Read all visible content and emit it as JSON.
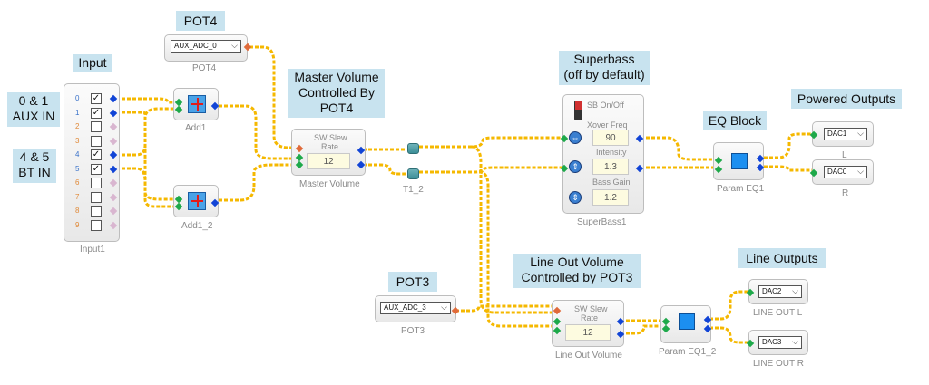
{
  "callouts": {
    "pot4": "POT4",
    "input": "Input",
    "aux_in": "0 & 1\nAUX IN",
    "bt_in": "4 & 5\nBT IN",
    "master_volume": "Master Volume\nControlled By\nPOT4",
    "superbass": "Superbass\n(off by default)",
    "eq_block": "EQ Block",
    "powered_outputs": "Powered Outputs",
    "pot3": "POT3",
    "line_out_volume": "Line Out Volume\nControlled by POT3",
    "line_outputs": "Line Outputs"
  },
  "blocks": {
    "pot4": {
      "dropdown": "AUX_ADC_0",
      "caption": "POT4"
    },
    "pot3": {
      "dropdown": "AUX_ADC_3",
      "caption": "POT3"
    },
    "input": {
      "caption": "Input1",
      "channels": [
        {
          "index": "0",
          "checked": true
        },
        {
          "index": "1",
          "checked": true
        },
        {
          "index": "2",
          "checked": false
        },
        {
          "index": "3",
          "checked": false
        },
        {
          "index": "4",
          "checked": true
        },
        {
          "index": "5",
          "checked": true
        },
        {
          "index": "6",
          "checked": false
        },
        {
          "index": "7",
          "checked": false
        },
        {
          "index": "8",
          "checked": false
        },
        {
          "index": "9",
          "checked": false
        }
      ]
    },
    "add1": {
      "caption": "Add1"
    },
    "add1_2": {
      "caption": "Add1_2"
    },
    "master_volume": {
      "title_line1": "SW Slew",
      "title_line2": "Rate",
      "value": "12",
      "caption": "Master Volume"
    },
    "t1_2": {
      "caption": "T1_2"
    },
    "superbass": {
      "switch_label": "SB On/Off",
      "xover_label": "Xover Freq",
      "xover_value": "90",
      "intensity_label": "Intensity",
      "intensity_value": "1.3",
      "bass_gain_label": "Bass Gain",
      "bass_gain_value": "1.2",
      "caption": "SuperBass1"
    },
    "param_eq1": {
      "caption": "Param EQ1"
    },
    "dac1": {
      "dropdown": "DAC1",
      "caption": "L"
    },
    "dac0": {
      "dropdown": "DAC0",
      "caption": "R"
    },
    "line_out_volume": {
      "title_line1": "SW Slew",
      "title_line2": "Rate",
      "value": "12",
      "caption": "Line Out Volume"
    },
    "param_eq1_2": {
      "caption": "Param EQ1_2"
    },
    "dac2": {
      "dropdown": "DAC2",
      "caption": "LINE OUT L"
    },
    "dac3": {
      "dropdown": "DAC3",
      "caption": "LINE OUT R"
    }
  },
  "colors": {
    "wire": "#f5b800",
    "callout_bg": "#c8e3ef",
    "input_pin": "#1ea94a",
    "output_pin": "#1144d6"
  }
}
